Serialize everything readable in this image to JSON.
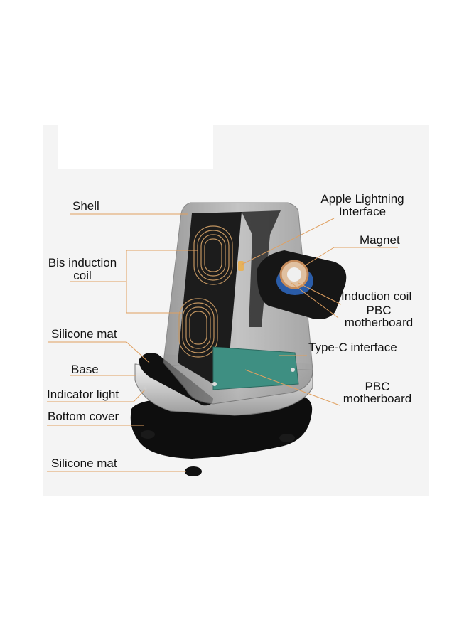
{
  "colors": {
    "background": "#ffffff",
    "panel": "#f4f4f4",
    "leader_line": "#e0a060",
    "coil": "#b98a52",
    "pcb": "#3e8f82",
    "shell": "#8a8a8a"
  },
  "labels": {
    "shell": "Shell",
    "bis_induction_coil_line1": "Bis induction",
    "bis_induction_coil_line2": "coil",
    "silicone_mat_top": "Silicone mat",
    "base": "Base",
    "indicator_light": "Indicator light",
    "bottom_cover": "Bottom cover",
    "silicone_mat_bottom": "Silicone mat",
    "apple_lightning_line1": "Apple Lightning",
    "apple_lightning_line2": "Interface",
    "magnet": "Magnet",
    "induction_coil": "Induction coil",
    "pbc_motherboard_top_line1": "PBC",
    "pbc_motherboard_top_line2": "motherboard",
    "type_c_interface": "Type-C interface",
    "pbc_motherboard_bottom_line1": "PBC",
    "pbc_motherboard_bottom_line2": "motherboard"
  }
}
